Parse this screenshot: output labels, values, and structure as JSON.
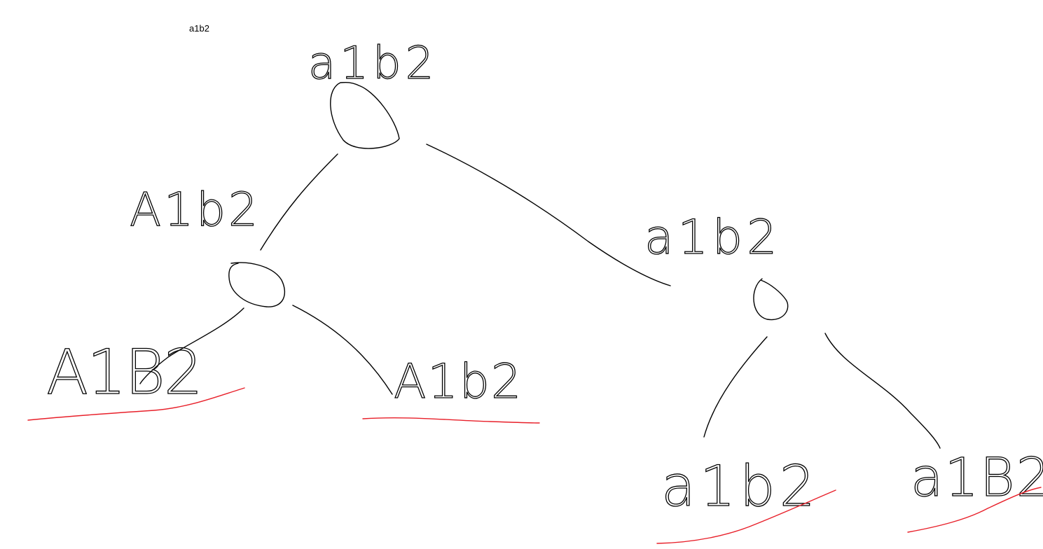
{
  "caption": "a1b2",
  "colors": {
    "ink": "#000000",
    "underline": "#e8202a",
    "background": "#ffffff"
  },
  "tree": {
    "root": {
      "label": "a1b2"
    },
    "left_child": {
      "label": "A1b2"
    },
    "right_child": {
      "label": "a1b2"
    },
    "leaves": [
      {
        "label": "A1B2",
        "result": true
      },
      {
        "label": "A1b2",
        "result": true
      },
      {
        "label": "a1b2",
        "result": true
      },
      {
        "label": "a1B2",
        "result": true
      }
    ]
  }
}
